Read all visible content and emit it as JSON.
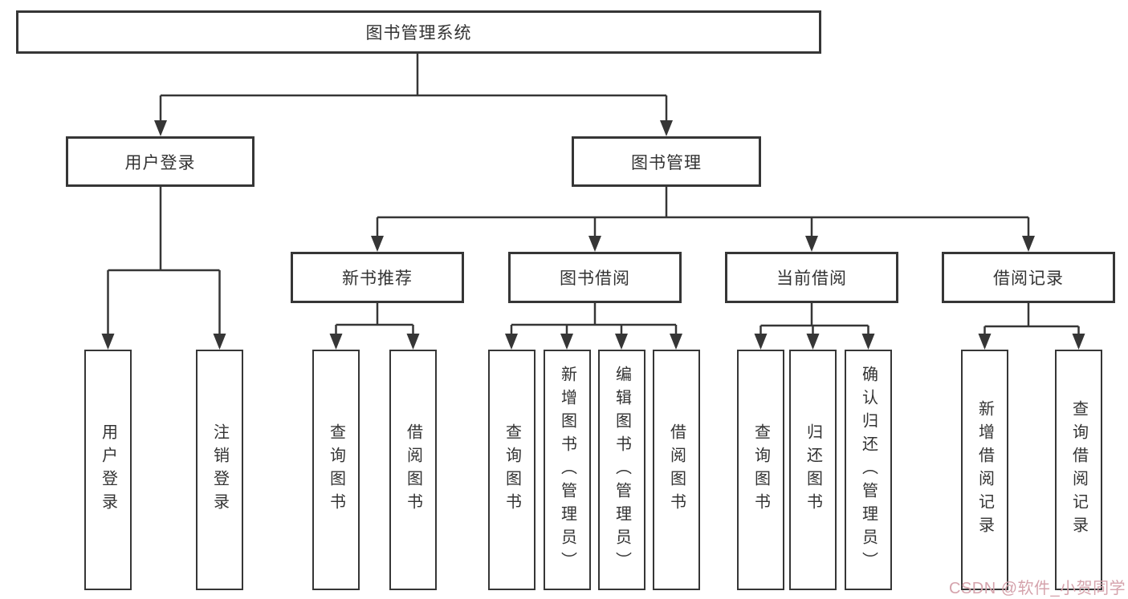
{
  "diagram": {
    "title": "图书管理系统",
    "root": "图书管理系统",
    "level2": [
      "用户登录",
      "图书管理"
    ],
    "level3": [
      "新书推荐",
      "图书借阅",
      "当前借阅",
      "借阅记录"
    ],
    "leaves": {
      "user_login": [
        "用户登录",
        "注销登录"
      ],
      "new_books": [
        "查询图书",
        "借阅图书"
      ],
      "borrow": [
        "查询图书",
        "新增图书（管理员）",
        "编辑图书（管理员）",
        "借阅图书"
      ],
      "current": [
        "查询图书",
        "归还图书",
        "确认归还（管理员）"
      ],
      "records": [
        "新增借阅记录",
        "查询借阅记录"
      ]
    }
  },
  "watermark": {
    "text": "CSDN @软件_小贺同学"
  },
  "colors": {
    "line": "#363636",
    "text": "#333333",
    "watermark": "#d5a3ac",
    "background": "#ffffff"
  }
}
